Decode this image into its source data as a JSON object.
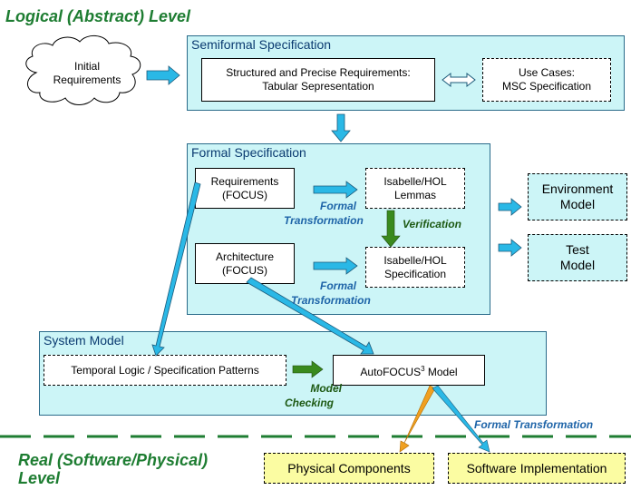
{
  "levels": {
    "logical": "Logical (Abstract) Level",
    "real_line1": "Real (Software/Physical)",
    "real_line2": "Level"
  },
  "cloud": {
    "line1": "Initial",
    "line2": "Requirements"
  },
  "semiformal": {
    "title": "Semiformal Specification",
    "structured_line1": "Structured and Precise Requirements:",
    "structured_line2": "Tabular Sepresentation",
    "usecases_line1": "Use Cases:",
    "usecases_line2": "MSC Specification"
  },
  "formal": {
    "title": "Formal Specification",
    "requirements_line1": "Requirements",
    "requirements_line2": "(FOCUS)",
    "lemmas_line1": "Isabelle/HOL",
    "lemmas_line2": "Lemmas",
    "architecture_line1": "Architecture",
    "architecture_line2": "(FOCUS)",
    "spec_line1": "Isabelle/HOL",
    "spec_line2": "Specification",
    "transform1_line1": "Formal",
    "transform1_line2": "Transformation",
    "verification": "Verification",
    "transform2_line1": "Formal",
    "transform2_line2": "Transformation"
  },
  "environment": {
    "line1": "Environment",
    "line2": "Model"
  },
  "test": {
    "line1": "Test",
    "line2": "Model"
  },
  "system": {
    "title": "System Model",
    "temporal": "Temporal Logic / Specification Patterns",
    "autofocus_prefix": "AutoFOCUS",
    "autofocus_sup": "3",
    "autofocus_suffix": " Model",
    "model_checking_line1": "Model",
    "model_checking_line2": "Checking"
  },
  "bottom": {
    "formal_transformation": "Formal Transformation",
    "physical": "Physical Components",
    "software": "Software Implementation"
  },
  "colors": {
    "panel_fill": "#ccf5f7",
    "arrow_blue": "#2ab8e6",
    "arrow_green": "#3a8a1e",
    "arrow_orange": "#f0a020",
    "title_green": "#1e7d32",
    "label_blue": "#1e64a8"
  }
}
